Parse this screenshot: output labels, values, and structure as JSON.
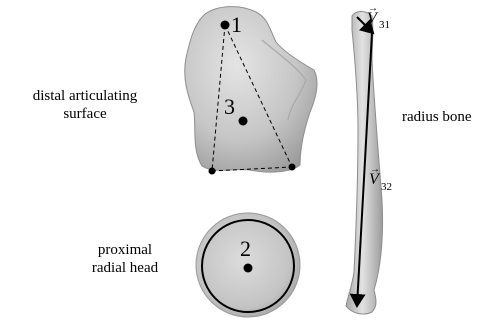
{
  "labels": {
    "distal_line1": "distal articulating",
    "distal_line2": "surface",
    "proximal_line1": "proximal",
    "proximal_line2": "radial head",
    "radius": "radius bone"
  },
  "points": {
    "p1": "1",
    "p2": "2",
    "p3": "3"
  },
  "vectors": {
    "v31_symbol": "V",
    "v31_sub": "31",
    "v32_symbol": "V",
    "v32_sub": "32"
  },
  "colors": {
    "bone": "#c9c9c9",
    "bone_shadow": "#8e8e8e",
    "line": "#000000"
  }
}
